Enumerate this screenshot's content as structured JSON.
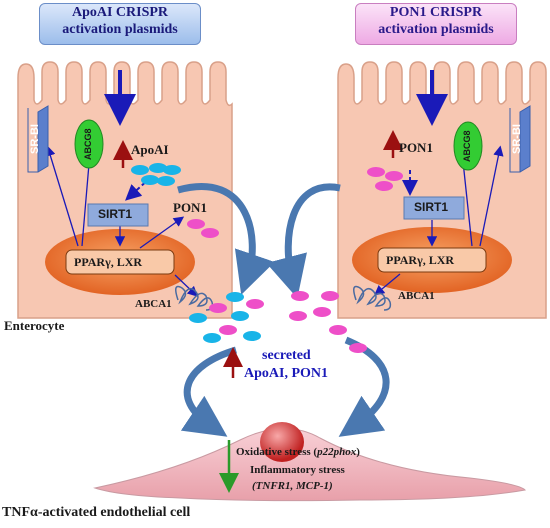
{
  "left_cell": {
    "plasmid_line1": "ApoAI CRISPR",
    "plasmid_line2": "activation plasmids",
    "receptor_srbi": "SR-BI",
    "transporter_abcg8": "ABCG8",
    "upregulated_protein": "ApoAI",
    "sirt1": "SIRT1",
    "pon1": "PON1",
    "nuclear": "PPARγ, LXR",
    "abca1": "ABCA1",
    "cell_label": "Enterocyte"
  },
  "right_cell": {
    "plasmid_line1": "PON1 CRISPR",
    "plasmid_line2": "activation plasmids",
    "upregulated_protein": "PON1",
    "sirt1": "SIRT1",
    "transporter_abcg8": "ABCG8",
    "receptor_srbi": "SR-BI",
    "nuclear": "PPARγ, LXR",
    "abca1": "ABCA1"
  },
  "secreted": {
    "line1": "secreted",
    "line2": "ApoAI, PON1"
  },
  "endothelial": {
    "oxidative_prefix": "Oxidative stress (",
    "oxidative_marker": "p22phox",
    "oxidative_suffix": ")",
    "inflammatory": "Inflammatory stress",
    "inflammatory_markers": "(TNFR1, MCP-1)",
    "cell_label": "TNFα-activated endothelial cell"
  },
  "colors": {
    "cell_fill": "#f7c7b2",
    "cell_stroke": "#d9a089",
    "nucleus": "#e8722f",
    "arrow_blue": "#1a1ab8",
    "arrow_red": "#9b1010",
    "arrow_green": "#2a9a2a",
    "apoai_dot": "#19b4e8",
    "pon1_dot": "#ee4fc8",
    "plasmid_left": "#bcd3f2",
    "plasmid_right": "#f6c6ef",
    "srbi": "#5b7fcc",
    "abcg8": "#33cc33",
    "sirt1": "#8faadc",
    "curve_arrow": "#4a78b0"
  }
}
